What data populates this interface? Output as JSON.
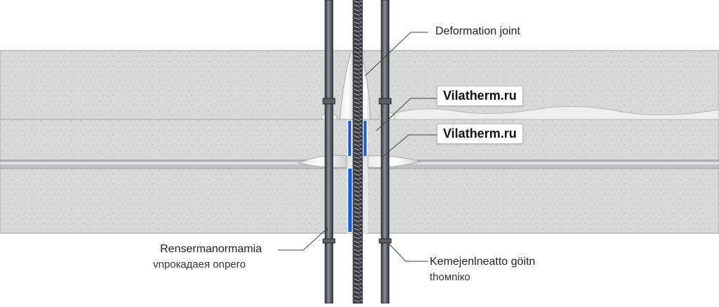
{
  "labels": {
    "deformation_joint": "Deformation joint",
    "badge_top": "Vilatherm.ru",
    "badge_bottom": "Vilatherm.ru",
    "left_label_line1": "Rensermanormamia",
    "left_label_line2": "vnpoкaдaeя onpero",
    "right_label_line1": "Kemejenlneatto göitn",
    "right_label_line2": "thoмniкo"
  },
  "colors": {
    "concrete": "#dcdcdc",
    "concrete_dark": "#c9c9c9",
    "sealant_blue": "#1f5fd8",
    "steel": "#4a4f55",
    "leader": "#444444"
  },
  "icons": {
    "rebar": "threaded-rod-icon",
    "pipe": "steel-pipe-icon",
    "sealant": "sealant-bead-icon"
  }
}
